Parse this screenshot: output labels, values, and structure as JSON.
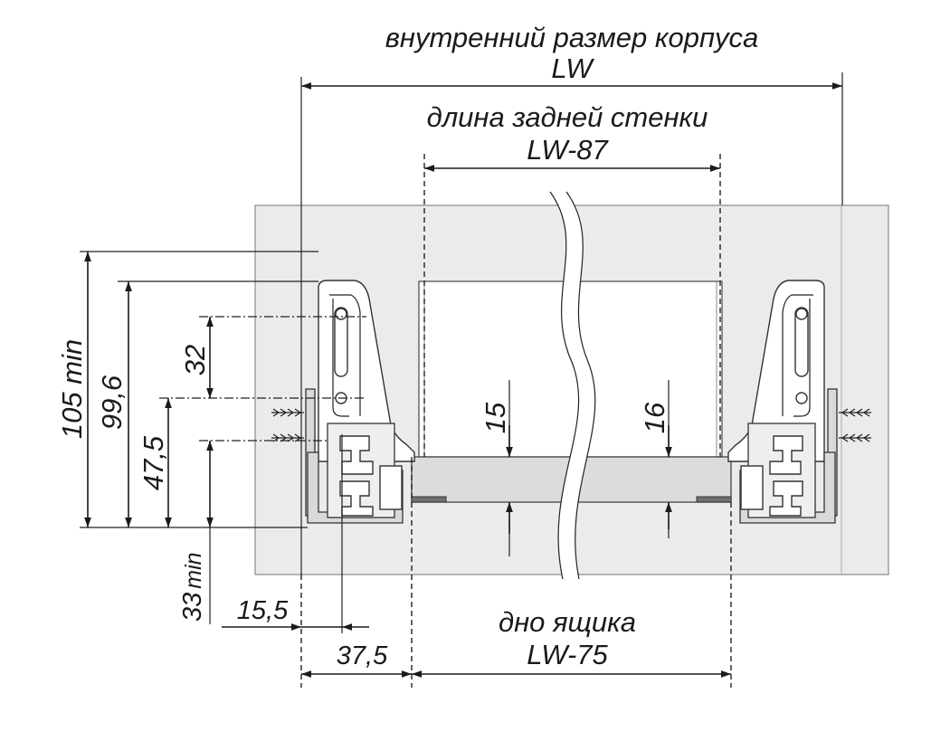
{
  "labels": {
    "inner_size_title": "внутренний размер корпуса",
    "inner_size_value": "LW",
    "back_wall_title": "длина задней стенки",
    "back_wall_value": "LW-87",
    "bottom_title": "дно ящика",
    "bottom_value": "LW-75",
    "dim_105": "105 min",
    "dim_99_6": "99,6",
    "dim_47_5": "47,5",
    "dim_32": "32",
    "dim_33": "33",
    "dim_33_suffix": "min",
    "dim_15_5": "15,5",
    "dim_37_5": "37,5",
    "dim_15": "15",
    "dim_16": "16"
  },
  "colors": {
    "cabinet_fill": "#ebebeb",
    "line": "#1a1a1a",
    "rail_fill": "#d9d9d9"
  }
}
